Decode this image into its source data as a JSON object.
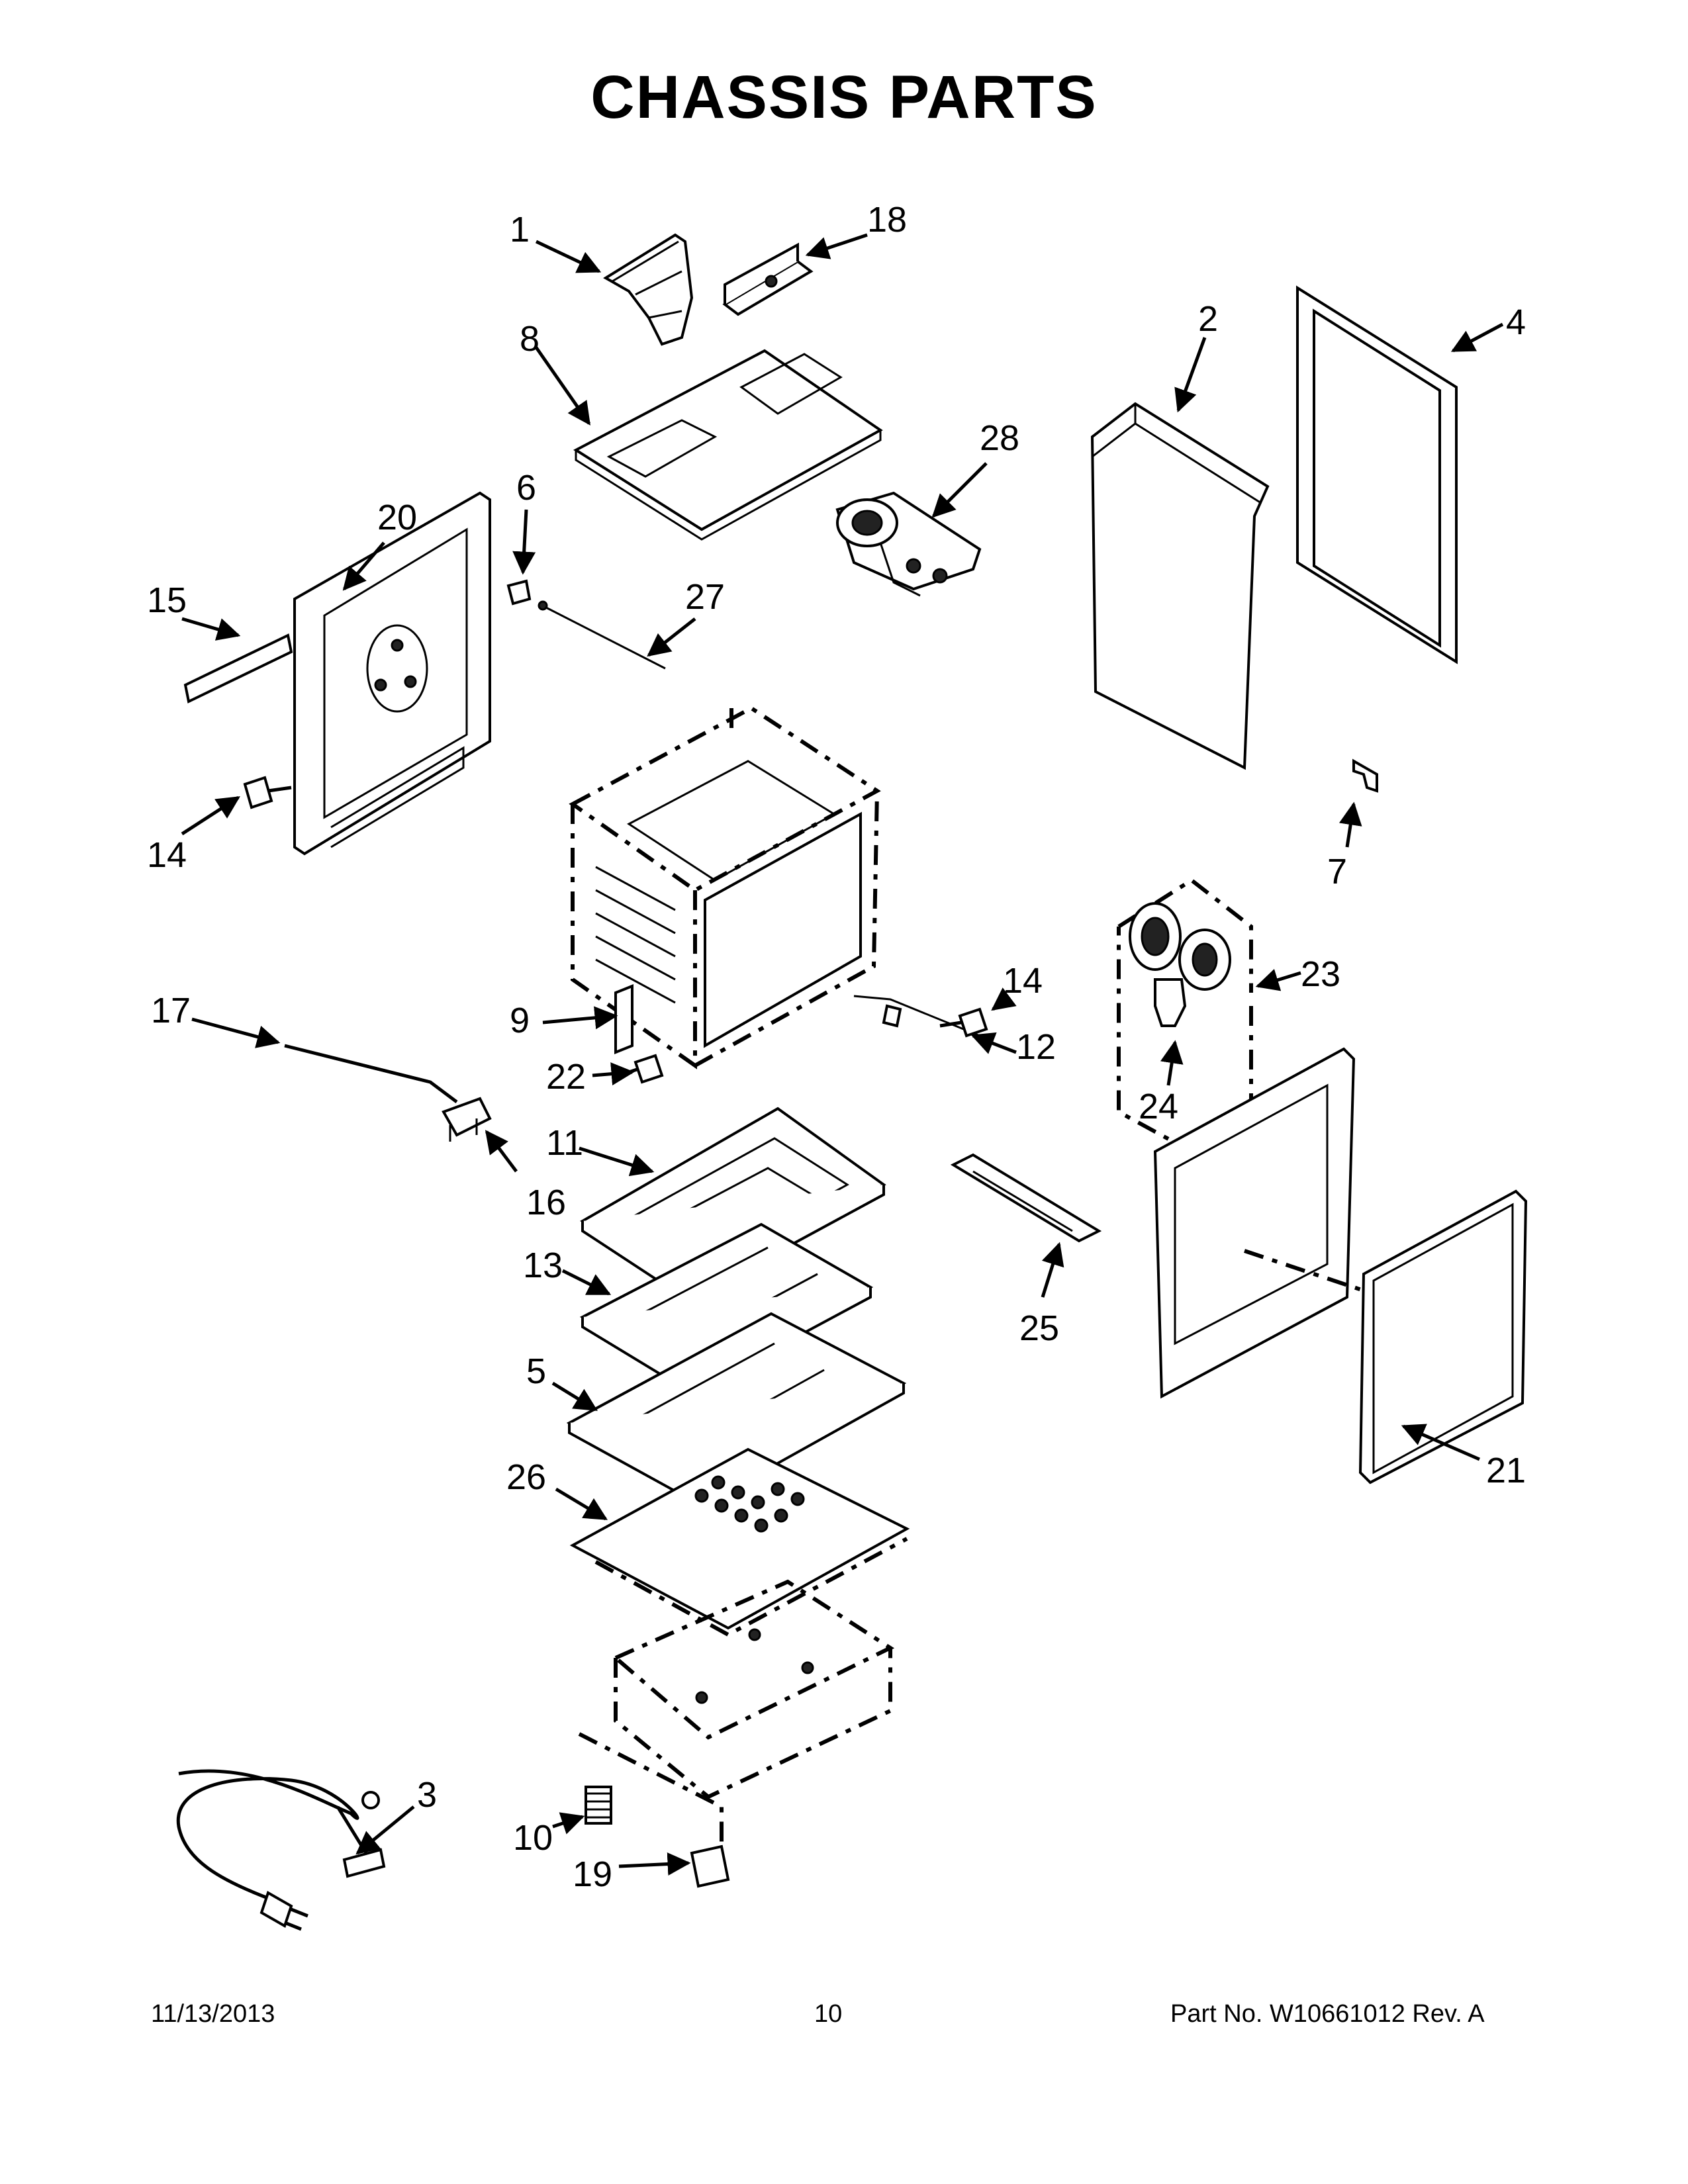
{
  "title": "CHASSIS PARTS",
  "callouts": [
    "1",
    "18",
    "8",
    "2",
    "4",
    "28",
    "20",
    "6",
    "15",
    "27",
    "14",
    "7",
    "23",
    "17",
    "14",
    "12",
    "9",
    "24",
    "22",
    "11",
    "16",
    "25",
    "13",
    "5",
    "21",
    "26",
    "3",
    "10",
    "19"
  ],
  "footer": {
    "date": "11/13/2013",
    "page": "10",
    "part_no": "Part No.  W10661012  Rev.  A"
  }
}
